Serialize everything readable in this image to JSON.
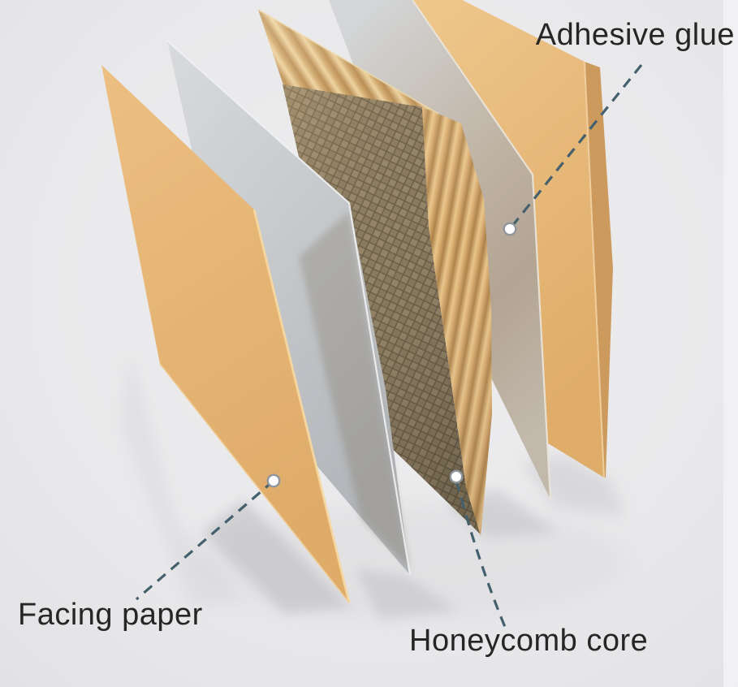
{
  "diagram": {
    "type": "exploded-view",
    "labels": {
      "adhesive_glue": "Adhesive glue",
      "facing_paper": "Facing paper",
      "honeycomb_core": "Honeycomb core"
    },
    "layers": [
      {
        "name": "facing-paper-left",
        "color": "#e6b676"
      },
      {
        "name": "adhesive-glue-left",
        "color": "#c9ccce"
      },
      {
        "name": "honeycomb-core",
        "color": "#d9ae72"
      },
      {
        "name": "adhesive-glue-right",
        "color": "#b7a897"
      },
      {
        "name": "facing-paper-right",
        "color": "#e8ba7b"
      }
    ],
    "annotation": {
      "line_color": "#44606d",
      "dot_fill": "#ffffff",
      "dot_stroke": "#8f969c"
    },
    "background_color": "#e9e9ea",
    "text_color": "#262626"
  }
}
